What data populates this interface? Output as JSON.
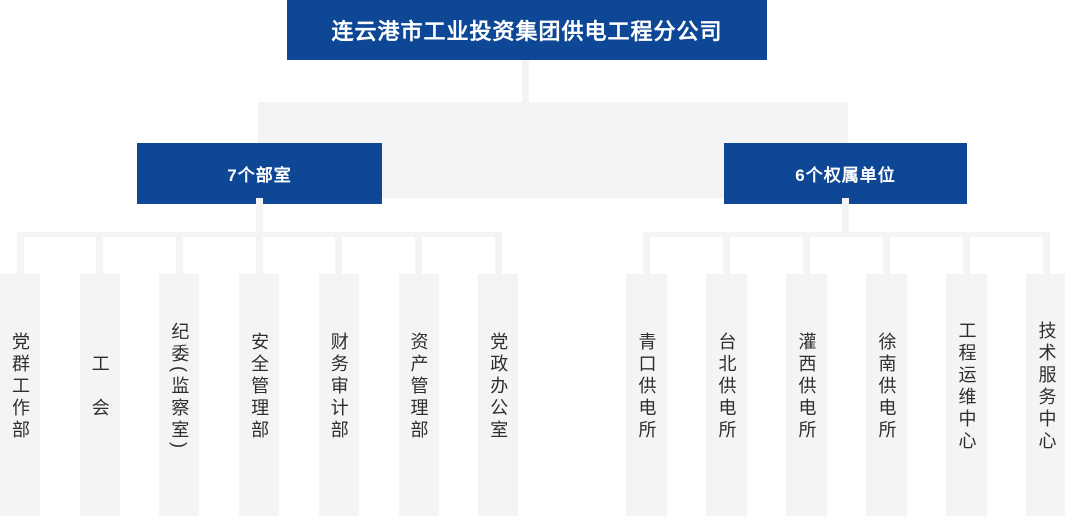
{
  "root": {
    "title": "连云港市工业投资集团供电工程分公司"
  },
  "groups": [
    {
      "label": "7个部室",
      "children": [
        "党群工作部",
        "工　会",
        "纪委(监察室)",
        "安全管理部",
        "财务审计部",
        "资产管理部",
        "党政办公室"
      ]
    },
    {
      "label": "6个权属单位",
      "children": [
        "青口供电所",
        "台北供电所",
        "灌西供电所",
        "徐南供电所",
        "工程运维中心",
        "技术服务中心"
      ]
    }
  ],
  "colors": {
    "node_blue": "#0d4796",
    "connector_gray": "#f4f4f6",
    "label_dark": "#2f2f2f",
    "node_text": "#ffffff"
  }
}
